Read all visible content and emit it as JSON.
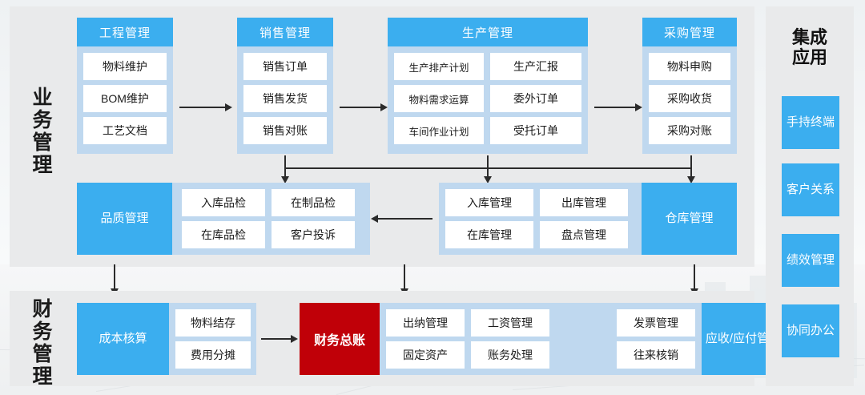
{
  "diagram": {
    "title_hidden": "",
    "sections": [
      {
        "id": "business",
        "label": "业务管理",
        "rows": [
          {
            "id": "top-row",
            "cards": [
              {
                "id": "engineering",
                "header": "工程管理",
                "columns": 1,
                "items": [
                  "物料维护",
                  "BOM维护",
                  "工艺文档"
                ]
              },
              {
                "id": "sales",
                "header": "销售管理",
                "columns": 1,
                "items": [
                  "销售订单",
                  "销售发货",
                  "销售对账"
                ]
              },
              {
                "id": "production",
                "header": "生产管理",
                "columns": 2,
                "items": [
                  "生产排产计划",
                  "生产汇报",
                  "物料需求运算",
                  "委外订单",
                  "车间作业计划",
                  "受托订单"
                ]
              },
              {
                "id": "purchasing",
                "header": "采购管理",
                "columns": 1,
                "items": [
                  "物料申购",
                  "采购收货",
                  "采购对账"
                ]
              }
            ]
          },
          {
            "id": "middle-row",
            "groups": [
              {
                "id": "quality",
                "block": "品质管理",
                "block_side": "left",
                "items": [
                  "入库品检",
                  "在制品检",
                  "在库品检",
                  "客户投诉"
                ]
              },
              {
                "id": "warehouse",
                "block": "仓库管理",
                "block_side": "right",
                "items": [
                  "入库管理",
                  "出库管理",
                  "在库管理",
                  "盘点管理"
                ]
              }
            ]
          }
        ]
      },
      {
        "id": "finance",
        "label": "财务管理",
        "groups": [
          {
            "id": "cost",
            "block": "成本核算",
            "block_side": "left",
            "items": [
              "物料结存",
              "费用分摊"
            ]
          },
          {
            "id": "ledger",
            "block": "财务总账",
            "style": "red"
          },
          {
            "id": "accounting",
            "items": [
              "出纳管理",
              "工资管理",
              "固定资产",
              "账务处理"
            ]
          },
          {
            "id": "receivable",
            "block": "应收/应付管理",
            "block_side": "right",
            "items": [
              "发票管理",
              "往来核销"
            ]
          }
        ]
      }
    ]
  },
  "rail": {
    "title": "集成应用",
    "items": [
      {
        "id": "handheld",
        "label": "手持终端"
      },
      {
        "id": "crm",
        "label": "客户关系"
      },
      {
        "id": "performance",
        "label": "绩效管理"
      },
      {
        "id": "oa",
        "label": "协同办公"
      }
    ]
  },
  "colors": {
    "accent_blue": "#3baeef",
    "card_body_blue": "#bfd8ef",
    "panel_gray": "#e9eaeb",
    "ledger_red": "#c00008",
    "tile_white": "#ffffff",
    "text_dark": "#1c1c1c"
  },
  "connectors": [
    {
      "id": "engineering-to-sales",
      "type": "arrow-right"
    },
    {
      "id": "sales-to-production",
      "type": "arrow-right"
    },
    {
      "id": "production-to-purchasing",
      "type": "arrow-right"
    },
    {
      "id": "bus-to-quality",
      "type": "arrow-down"
    },
    {
      "id": "bus-to-warehouse-left",
      "type": "arrow-down"
    },
    {
      "id": "bus-to-warehouse-right",
      "type": "arrow-down"
    },
    {
      "id": "warehouse-to-quality",
      "type": "arrow-left"
    },
    {
      "id": "quality-to-cost",
      "type": "arrow-down"
    },
    {
      "id": "warehouse-to-accounting",
      "type": "arrow-down"
    },
    {
      "id": "warehouse-to-receivable",
      "type": "arrow-down"
    },
    {
      "id": "cost-to-ledger",
      "type": "arrow-right"
    },
    {
      "id": "receivable-to-accounting",
      "type": "arrow-left"
    }
  ]
}
